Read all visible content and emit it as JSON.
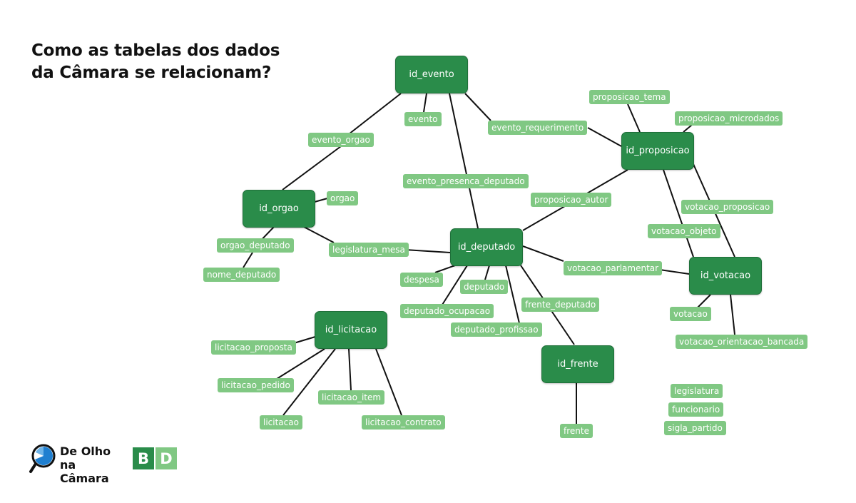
{
  "title": {
    "line1": "Como as tabelas dos dados",
    "line2": "da Câmara se relacionam?"
  },
  "nodes": {
    "id_evento": "id_evento",
    "id_proposicao": "id_proposicao",
    "id_orgao": "id_orgao",
    "id_deputado": "id_deputado",
    "id_votacao": "id_votacao",
    "id_licitacao": "id_licitacao",
    "id_frente": "id_frente"
  },
  "tables": {
    "evento": "evento",
    "evento_orgao": "evento_orgao",
    "evento_requerimento": "evento_requerimento",
    "evento_presenca_deputado": "evento_presenca_deputado",
    "proposicao_tema": "proposicao_tema",
    "proposicao_microdados": "proposicao_microdados",
    "proposicao_autor": "proposicao_autor",
    "votacao_proposicao": "votacao_proposicao",
    "votacao_objeto": "votacao_objeto",
    "orgao": "orgao",
    "orgao_deputado": "orgao_deputado",
    "nome_deputado": "nome_deputado",
    "legislatura_mesa": "legislatura_mesa",
    "votacao_parlamentar": "votacao_parlamentar",
    "despesa": "despesa",
    "deputado": "deputado",
    "deputado_ocupacao": "deputado_ocupacao",
    "deputado_profissao": "deputado_profissao",
    "frente_deputado": "frente_deputado",
    "votacao": "votacao",
    "votacao_orientacao_bancada": "votacao_orientacao_bancada",
    "licitacao_proposta": "licitacao_proposta",
    "licitacao_pedido": "licitacao_pedido",
    "licitacao_item": "licitacao_item",
    "licitacao": "licitacao",
    "licitacao_contrato": "licitacao_contrato",
    "frente": "frente",
    "legislatura": "legislatura",
    "funcionario": "funcionario",
    "sigla_partido": "sigla_partido"
  },
  "brand": {
    "logo_line1": "De Olho",
    "logo_line2": "na Câmara",
    "logo_icon": "magnifier-icon",
    "bd_letter1": "B",
    "bd_letter2": "D"
  },
  "colors": {
    "node": "#2a8c4a",
    "tag": "#80c883",
    "edge": "#111111",
    "title": "#111111",
    "magnifier": "#1f7fd0"
  }
}
